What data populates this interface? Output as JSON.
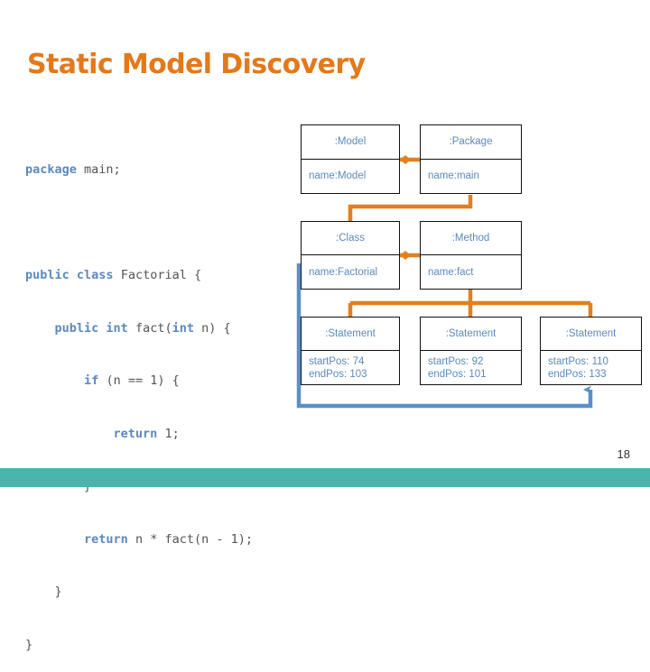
{
  "slide": {
    "title": "Static Model Discovery",
    "page_number": "18",
    "title_color": "#E3791A",
    "footer_color": "#4BB5AC",
    "connector_color": "#E08020",
    "trace_color": "#5B8FC9"
  },
  "code": {
    "language": "java",
    "lines": [
      "package main;",
      "",
      "public class Factorial {",
      "    public int fact(int n) {",
      "        if (n == 1) {",
      "            return 1;",
      "        }",
      "        return n * fact(n - 1);",
      "    }",
      "}"
    ],
    "keywords": [
      "package",
      "public",
      "class",
      "int",
      "if",
      "return"
    ]
  },
  "diagram": {
    "type": "uml-object-diagram",
    "nodes": [
      {
        "id": "model",
        "title": ":Model",
        "attributes": [
          "name:Model"
        ],
        "attr_align": "left"
      },
      {
        "id": "package",
        "title": ":Package",
        "attributes": [
          "name:main"
        ],
        "attr_align": "left"
      },
      {
        "id": "class",
        "title": ":Class",
        "attributes": [
          "name:Factorial"
        ],
        "attr_align": "left"
      },
      {
        "id": "method",
        "title": ":Method",
        "attributes": [
          "name:fact"
        ],
        "attr_align": "left"
      },
      {
        "id": "statement1",
        "title": ":Statement",
        "attributes": [
          "startPos: 74",
          "endPos: 103"
        ],
        "attr_align": "left"
      },
      {
        "id": "statement2",
        "title": ":Statement",
        "attributes": [
          "startPos: 92",
          "endPos: 101"
        ],
        "attr_align": "left"
      },
      {
        "id": "statement3",
        "title": ":Statement",
        "attributes": [
          "startPos: 110",
          "endPos: 133"
        ],
        "attr_align": "left"
      }
    ],
    "links": [
      {
        "from": "model",
        "to": "package",
        "kind": "composition"
      },
      {
        "from": "package",
        "to": "class",
        "kind": "composition"
      },
      {
        "from": "class",
        "to": "method",
        "kind": "composition"
      },
      {
        "from": "method",
        "to": "statement1",
        "kind": "composition"
      },
      {
        "from": "method",
        "to": "statement2",
        "kind": "composition"
      },
      {
        "from": "method",
        "to": "statement3",
        "kind": "composition"
      },
      {
        "from": "code",
        "to": "statement3",
        "kind": "trace-arrow"
      }
    ]
  }
}
